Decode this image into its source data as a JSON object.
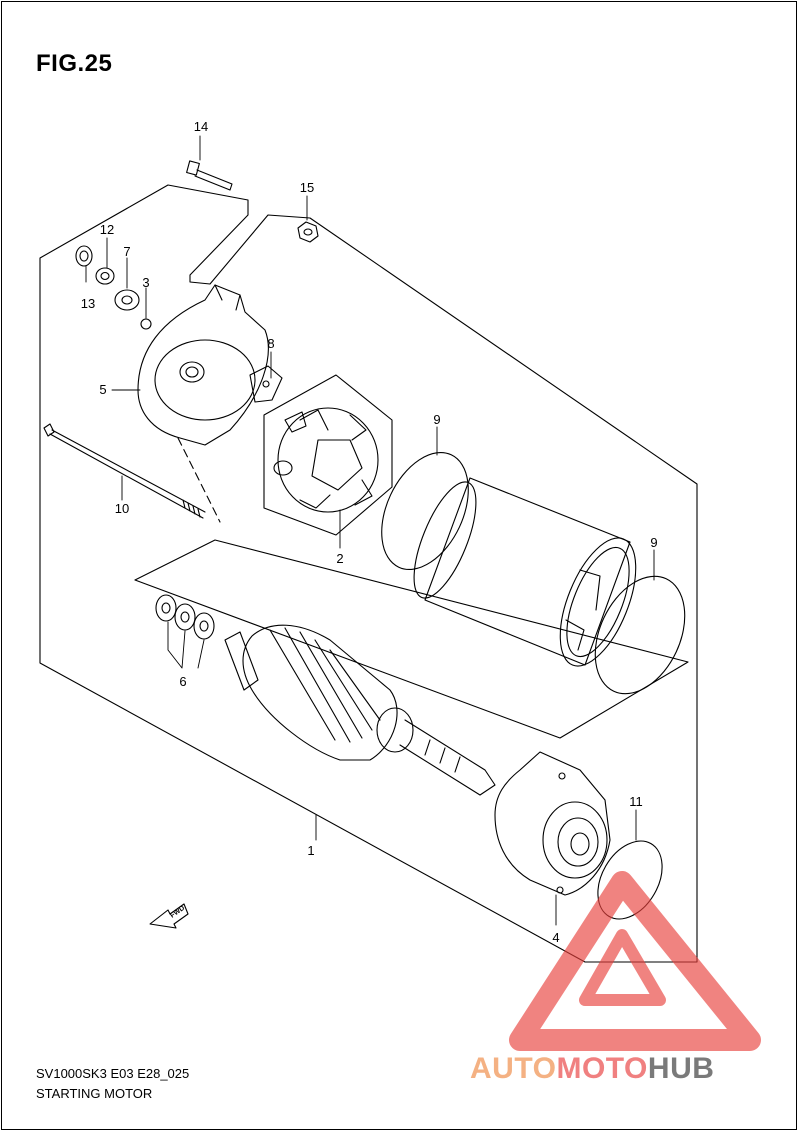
{
  "figure": {
    "title": "FIG.25"
  },
  "footer": {
    "model_code": "SV1000SK3 E03 E28_025",
    "caption": "STARTING MOTOR"
  },
  "callouts": [
    "1",
    "2",
    "3",
    "4",
    "5",
    "6",
    "7",
    "8",
    "9",
    "9",
    "10",
    "11",
    "12",
    "13",
    "14",
    "15"
  ],
  "watermark": {
    "part1": "AUTO",
    "part2": "MOTO",
    "part3": "HUB"
  },
  "colors": {
    "line": "#000000",
    "watermark_red": "#e8413c",
    "watermark_orange": "#f4b183",
    "watermark_gray": "#7a7a7a"
  }
}
